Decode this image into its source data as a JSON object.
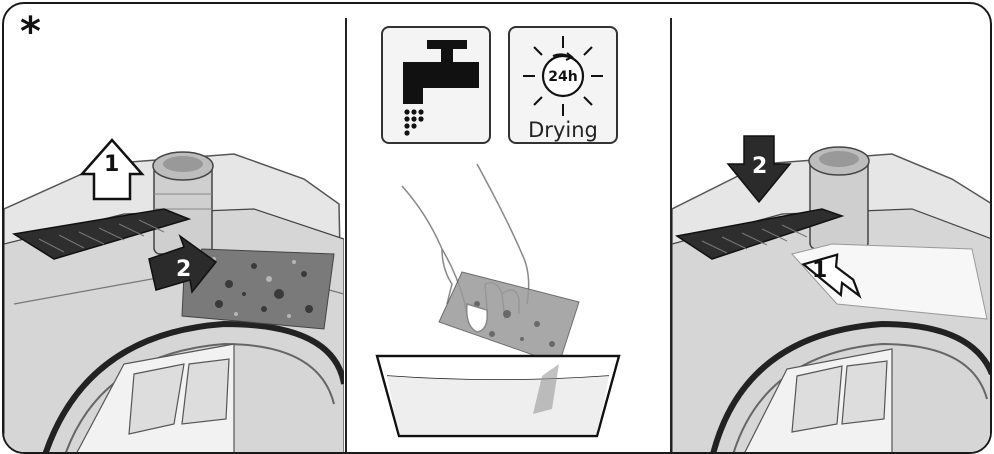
{
  "marker": "*",
  "step_icons": {
    "duration": "24h",
    "drying_label": "Drying"
  },
  "arrows": {
    "left_up": "1",
    "left_side": "2",
    "right_down": "2",
    "right_diag": "1"
  }
}
